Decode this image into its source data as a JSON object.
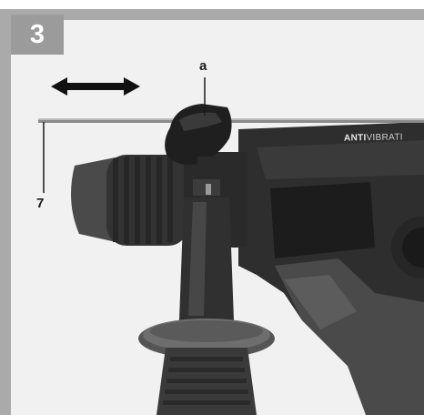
{
  "figure": {
    "number": "3",
    "callouts": {
      "a": "a",
      "seven": "7"
    },
    "brand": {
      "part1": "ANTI",
      "part2": "VIBRATI"
    },
    "colors": {
      "frame": "#aaaaaa",
      "number_box": "#9b9b9b",
      "tool_body": "#2b2b2b",
      "tool_grip": "#3a3a3a"
    },
    "icons": [
      "double-arrow-icon",
      "hammer-drill-illustration"
    ]
  }
}
